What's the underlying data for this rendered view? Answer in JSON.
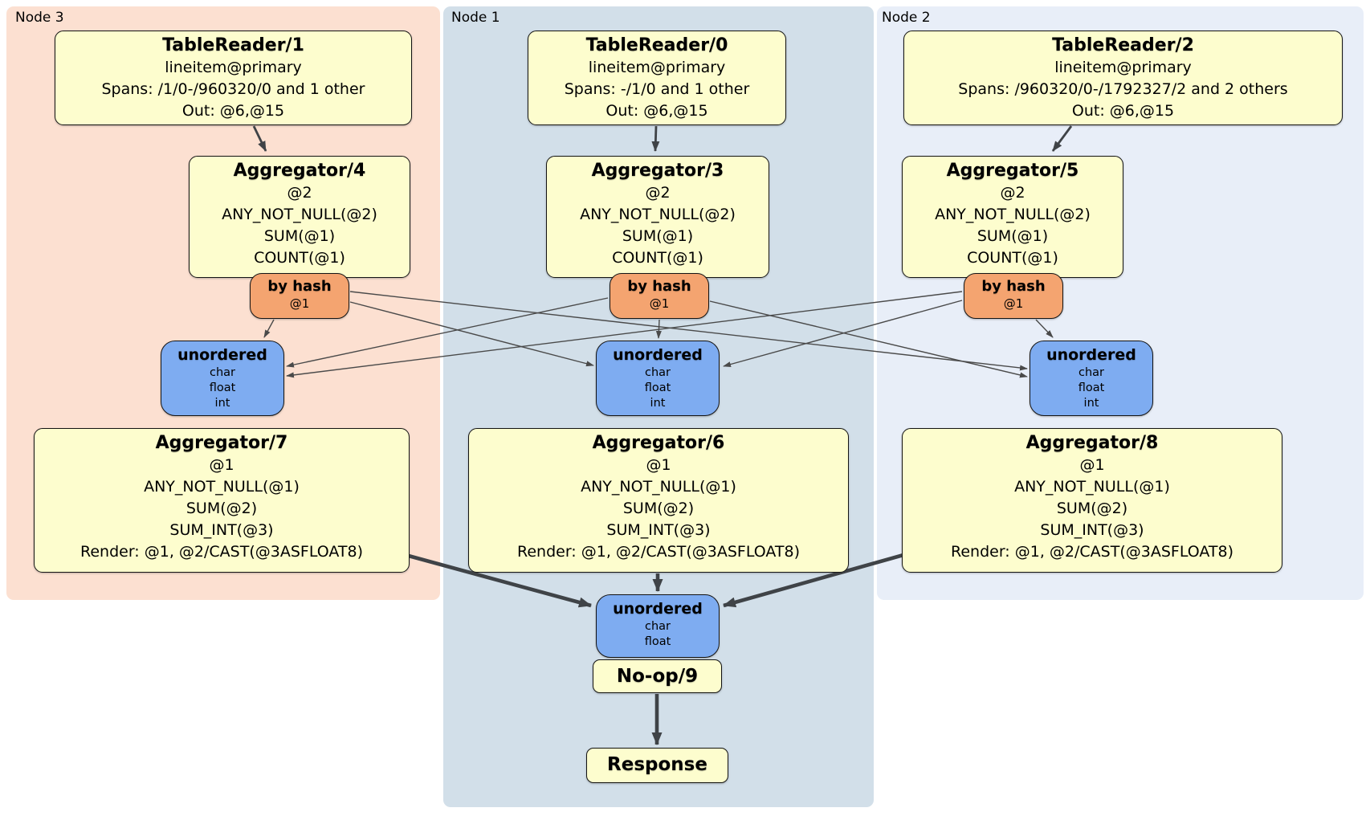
{
  "regions": {
    "node3": {
      "label": "Node 3"
    },
    "node1": {
      "label": "Node 1"
    },
    "node2": {
      "label": "Node 2"
    }
  },
  "processors": {
    "tablereader1": {
      "title": "TableReader/1",
      "lines": [
        "lineitem@primary",
        "Spans: /1/0-/960320/0 and 1 other",
        "Out: @6,@15"
      ]
    },
    "aggregator4": {
      "title": "Aggregator/4",
      "lines": [
        "@2",
        "ANY_NOT_NULL(@2)",
        "SUM(@1)",
        "COUNT(@1)"
      ]
    },
    "aggregator7": {
      "title": "Aggregator/7",
      "lines": [
        "@1",
        "ANY_NOT_NULL(@1)",
        "SUM(@2)",
        "SUM_INT(@3)",
        "Render: @1, @2/CAST(@3ASFLOAT8)"
      ]
    },
    "tablereader0": {
      "title": "TableReader/0",
      "lines": [
        "lineitem@primary",
        "Spans: -/1/0 and 1 other",
        "Out: @6,@15"
      ]
    },
    "aggregator3": {
      "title": "Aggregator/3",
      "lines": [
        "@2",
        "ANY_NOT_NULL(@2)",
        "SUM(@1)",
        "COUNT(@1)"
      ]
    },
    "aggregator6": {
      "title": "Aggregator/6",
      "lines": [
        "@1",
        "ANY_NOT_NULL(@1)",
        "SUM(@2)",
        "SUM_INT(@3)",
        "Render: @1, @2/CAST(@3ASFLOAT8)"
      ]
    },
    "tablereader2": {
      "title": "TableReader/2",
      "lines": [
        "lineitem@primary",
        "Spans: /960320/0-/1792327/2 and 2 others",
        "Out: @6,@15"
      ]
    },
    "aggregator5": {
      "title": "Aggregator/5",
      "lines": [
        "@2",
        "ANY_NOT_NULL(@2)",
        "SUM(@1)",
        "COUNT(@1)"
      ]
    },
    "aggregator8": {
      "title": "Aggregator/8",
      "lines": [
        "@1",
        "ANY_NOT_NULL(@1)",
        "SUM(@2)",
        "SUM_INT(@3)",
        "Render: @1, @2/CAST(@3ASFLOAT8)"
      ]
    },
    "noop9": {
      "title": "No-op/9",
      "lines": []
    },
    "response": {
      "title": "Response",
      "lines": []
    }
  },
  "routers": {
    "byhash_left": {
      "title": "by hash",
      "lines": [
        "@1"
      ]
    },
    "byhash_mid": {
      "title": "by hash",
      "lines": [
        "@1"
      ]
    },
    "byhash_right": {
      "title": "by hash",
      "lines": [
        "@1"
      ]
    }
  },
  "syncs": {
    "unordered_left": {
      "title": "unordered",
      "lines": [
        "char",
        "float",
        "int"
      ]
    },
    "unordered_mid": {
      "title": "unordered",
      "lines": [
        "char",
        "float",
        "int"
      ]
    },
    "unordered_right": {
      "title": "unordered",
      "lines": [
        "char",
        "float",
        "int"
      ]
    },
    "unordered_final": {
      "title": "unordered",
      "lines": [
        "char",
        "float"
      ]
    }
  },
  "edges": [
    {
      "from": "TableReader/1",
      "to": "Aggregator/4",
      "style": "arrow"
    },
    {
      "from": "TableReader/0",
      "to": "Aggregator/3",
      "style": "arrow"
    },
    {
      "from": "TableReader/2",
      "to": "Aggregator/5",
      "style": "arrow"
    },
    {
      "from": "Aggregator/4",
      "to": "by hash @1 (Node 3)",
      "style": "attached"
    },
    {
      "from": "Aggregator/3",
      "to": "by hash @1 (Node 1)",
      "style": "attached"
    },
    {
      "from": "Aggregator/5",
      "to": "by hash @1 (Node 2)",
      "style": "attached"
    },
    {
      "from": "by hash (Node 3)",
      "to": "unordered (Node 3)",
      "style": "arrow"
    },
    {
      "from": "by hash (Node 3)",
      "to": "unordered (Node 1)",
      "style": "arrow"
    },
    {
      "from": "by hash (Node 3)",
      "to": "unordered (Node 2)",
      "style": "arrow"
    },
    {
      "from": "by hash (Node 1)",
      "to": "unordered (Node 3)",
      "style": "arrow"
    },
    {
      "from": "by hash (Node 1)",
      "to": "unordered (Node 1)",
      "style": "arrow"
    },
    {
      "from": "by hash (Node 1)",
      "to": "unordered (Node 2)",
      "style": "arrow"
    },
    {
      "from": "by hash (Node 2)",
      "to": "unordered (Node 3)",
      "style": "arrow"
    },
    {
      "from": "by hash (Node 2)",
      "to": "unordered (Node 1)",
      "style": "arrow"
    },
    {
      "from": "by hash (Node 2)",
      "to": "unordered (Node 2)",
      "style": "arrow"
    },
    {
      "from": "unordered (Node 3)",
      "to": "Aggregator/7",
      "style": "attached"
    },
    {
      "from": "unordered (Node 1)",
      "to": "Aggregator/6",
      "style": "attached"
    },
    {
      "from": "unordered (Node 2)",
      "to": "Aggregator/8",
      "style": "attached"
    },
    {
      "from": "Aggregator/7",
      "to": "unordered (final)",
      "style": "thick-arrow"
    },
    {
      "from": "Aggregator/6",
      "to": "unordered (final)",
      "style": "thick-arrow"
    },
    {
      "from": "Aggregator/8",
      "to": "unordered (final)",
      "style": "thick-arrow"
    },
    {
      "from": "unordered (final)",
      "to": "No-op/9",
      "style": "attached"
    },
    {
      "from": "No-op/9",
      "to": "Response",
      "style": "thick-arrow"
    }
  ],
  "colors": {
    "region_node3": "#fce0d1",
    "region_node1": "#d2dfe9",
    "region_node2": "#e8eef8",
    "processor_fill": "#fdfdce",
    "router_fill": "#f4a470",
    "sync_fill": "#7eacf1",
    "border": "#141414",
    "edge_thin": "#4a4a4a",
    "edge_thick": "#3f4347"
  }
}
